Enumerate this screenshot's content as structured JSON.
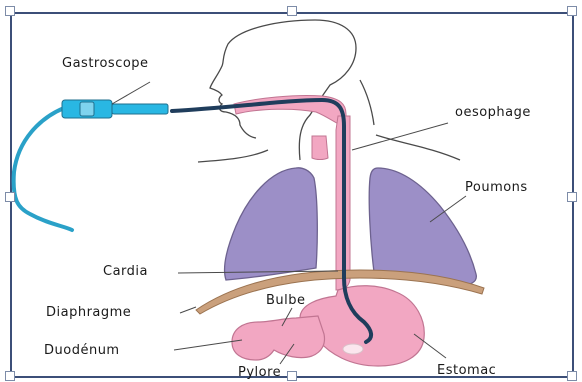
{
  "labels": {
    "gastroscope": "Gastroscope",
    "oesophage": "oesophage",
    "poumons": "Poumons",
    "cardia": "Cardia",
    "diaphragme": "Diaphragme",
    "bulbe": "Bulbe",
    "duodenum": "Duodénum",
    "pylore": "Pylore",
    "estomac": "Estomac"
  },
  "colors": {
    "frame": "#3c4f78",
    "tube": "#2aa1c8",
    "tube_dark": "#1f6f8e",
    "gastroscope_body": "#29b7e3",
    "scope_in_body": "#1f3d5c",
    "lungs": "#9c8fc7",
    "lung_outline": "#6d628f",
    "digestive": "#f2a7c2",
    "digestive_outline": "#c17592",
    "diaphragm": "#caa07c",
    "diaphragm_outline": "#9b7350",
    "outline": "#4a4a4a"
  }
}
